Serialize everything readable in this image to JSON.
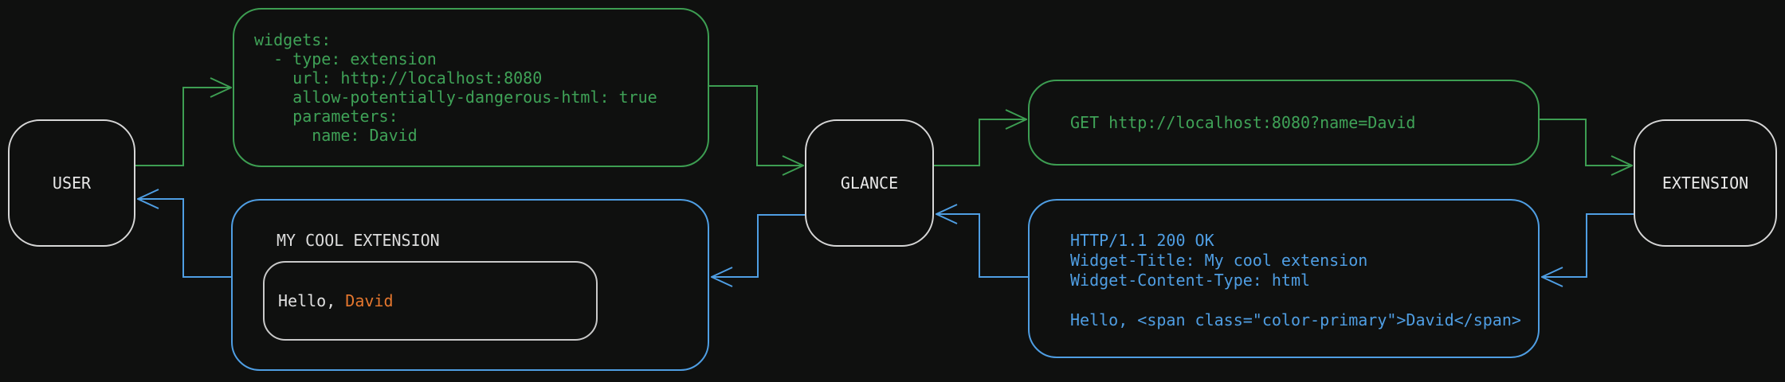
{
  "colors": {
    "background": "#0f100f",
    "green": "#3d9e52",
    "blue": "#4f9ee3",
    "orange": "#e5772e",
    "node_border": "#d6d6d6",
    "node_text": "#e8e8e8",
    "inner_box_border": "#c9c9c9",
    "white_text": "#e0e0e0"
  },
  "nodes": {
    "user": {
      "label": "USER"
    },
    "glance": {
      "label": "GLANCE"
    },
    "extension": {
      "label": "EXTENSION"
    }
  },
  "config_box": {
    "code": "widgets:\n  - type: extension\n    url: http://localhost:8080\n    allow-potentially-dangerous-html: true\n    parameters:\n      name: David"
  },
  "request_box": {
    "code": "GET http://localhost:8080?name=David"
  },
  "response_box": {
    "code": "HTTP/1.1 200 OK\nWidget-Title: My cool extension\nWidget-Content-Type: html\n\nHello, <span class=\"color-primary\">David</span>"
  },
  "widget_box": {
    "title": "MY COOL EXTENSION",
    "greeting_prefix": "Hello, ",
    "greeting_name": "David"
  }
}
